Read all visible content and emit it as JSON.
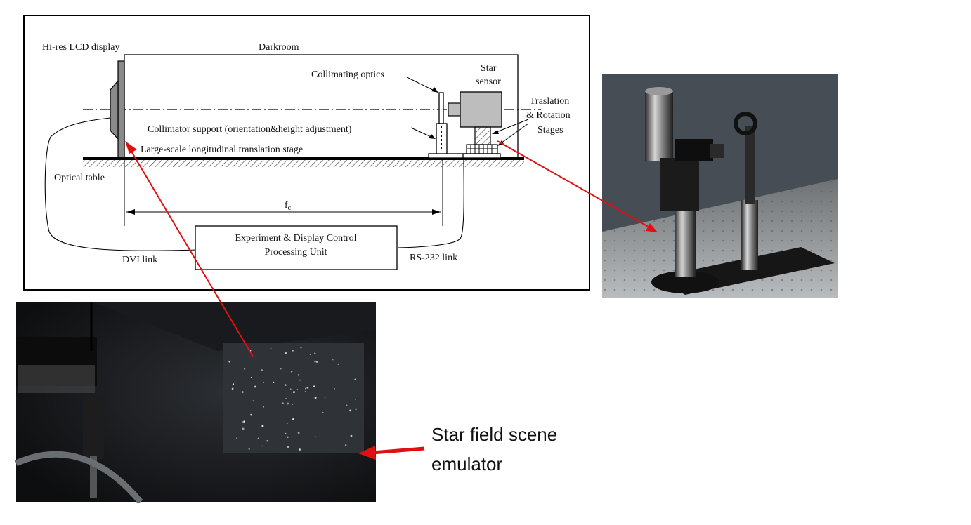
{
  "diagram": {
    "labels": {
      "display": "Hi-res LCD display",
      "darkroom": "Darkroom",
      "collimating_optics": "Collimating optics",
      "star_sensor_line1": "Star",
      "star_sensor_line2": "sensor",
      "stages_line1": "Traslation",
      "stages_line2": "& Rotation",
      "stages_line3": "Stages",
      "collimator_support": "Collimator support (orientation&height adjustment)",
      "translation_stage": "Large-scale longitudinal translation stage",
      "optical_table": "Optical table",
      "focal_length_base": "f",
      "focal_length_sub": "c",
      "control_unit_line1": "Experiment & Display Control",
      "control_unit_line2": "Processing Unit",
      "dvi_link": "DVI link",
      "rs232_link": "RS-232 link"
    }
  },
  "caption": {
    "line1": "Star field scene",
    "line2": "emulator"
  },
  "colors": {
    "arrow": "#e01010",
    "frame": "#000000",
    "sensor_fill": "#bdbdbd",
    "display_fill": "#8a8a8a",
    "photo_dark": "#1c1c1e",
    "photo_wall": "#3a4047"
  }
}
